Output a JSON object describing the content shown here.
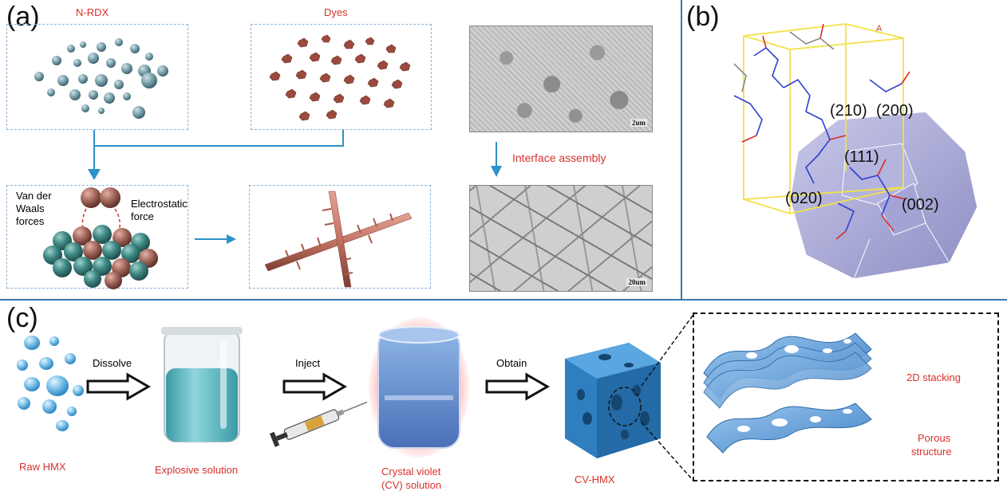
{
  "panels": {
    "a": {
      "label": "(a)",
      "nrdx_title": "N-RDX",
      "dyes_title": "Dyes",
      "interface_label": "Interface assembly",
      "vdw_label_1": "Van der",
      "vdw_label_2": "Waals",
      "vdw_label_3": "forces",
      "electro_label_1": "Electrostatic",
      "electro_label_2": "force",
      "sem_top_scale": "2um",
      "sem_bottom_scale": "20um"
    },
    "b": {
      "label": "(b)",
      "faces": [
        "(210)",
        "(200)",
        "(111)",
        "(020)",
        "(002)"
      ],
      "axis_letter": "A"
    },
    "c": {
      "label": "(c)",
      "raw": "Raw HMX",
      "dissolve": "Dissolve",
      "explosive": "Explosive solution",
      "inject": "Inject",
      "cv_solution_1": "Crystal violet",
      "cv_solution_2": "(CV) solution",
      "obtain": "Obtain",
      "cv_hmx": "CV-HMX",
      "stacking": "2D stacking",
      "porous_1": "Porous",
      "porous_2": "structure"
    }
  },
  "colors": {
    "accent_red": "#d6322c",
    "frame_blue": "#3a78b4",
    "arrow_blue": "#2a93c9",
    "rdx_teal": "#6f9aa6",
    "dye_brown": "#9c4a3e",
    "hmx_blue": "#4a96d0"
  }
}
